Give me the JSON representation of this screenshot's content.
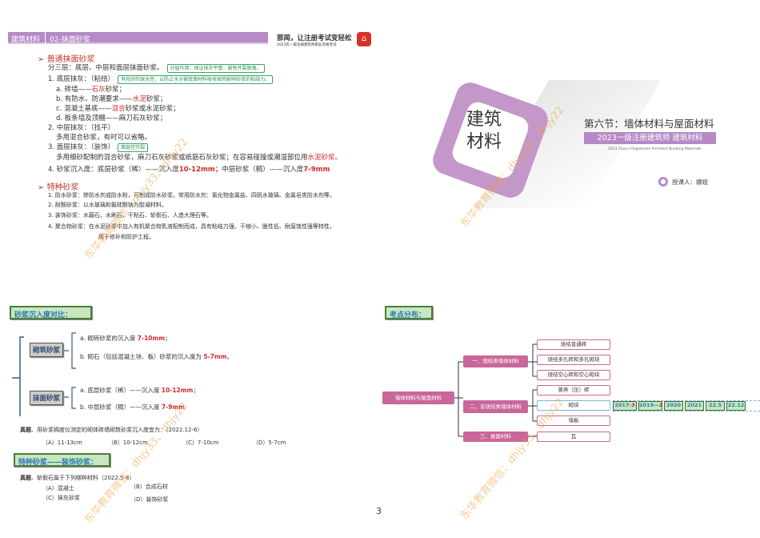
{
  "slide1": {
    "header_category": "建筑材料",
    "header_title": "02-抹面砂浆",
    "logo_slogan": "那闻，让注册考试变轻松",
    "logo_sub": "2023年一级注册建筑师职业资格考试",
    "sec1": "普通抹面砂浆",
    "l_three": "分三层：底层、中层和面层抹面砂浆。",
    "n_three": "分层作用：保证抹灰平整，避免开裂脱落。",
    "l1": "1. 底层抹灰：（粘结）",
    "n1": "有较好的保水性，以防止水分被底面材料吸收掉而影响砂浆的粘结力。",
    "la_pre": "a. 砖墙——",
    "la_red": "石灰",
    "la_post": "砂浆；",
    "lb_pre": "b. 有防水、防潮要求——",
    "lb_red": "水泥",
    "lb_post": "砂浆；",
    "lc_pre": "c. 混凝土基底——",
    "lc_red": "混合",
    "lc_post": "砂浆或水泥砂浆；",
    "ld": "d. 板条墙及顶棚——麻刀石灰砂浆；",
    "l2": "2. 中层抹灰：（找平）",
    "l2b": "多用混合砂浆，有时可以省略。",
    "l3": "3. 面层抹灰：（装饰）",
    "n3": "面层控开裂",
    "l3b_pre": "多用细砂配制的混合砂浆，麻刀石灰砂浆或纸筋石灰砂浆；在容易碰撞或潮湿部位用",
    "l3b_red": "水泥砂浆。",
    "l4_pre": "4. 砂浆沉入度：底层砂浆（稀）——沉入度",
    "l4_r1": "10-12mm",
    "l4_mid": "；中层砂浆（稠）——沉入度",
    "l4_r2": "7-9mm",
    "sec2": "特种砂浆",
    "s1": "1. 防水砂浆：掺防水剂或防水粉，可制成防水砂浆。常用防水剂：氯化物金属盐、四矾水玻璃、金属皂类防水剂等。",
    "s2": "2. 耐酸砂浆：以水玻璃和氟硅酸钠为胶凝材料。",
    "s3": "3. 装饰砂浆：水磨石、水刷石、干粘石、斩假石、人造大理石等。",
    "s4": "4. 聚合物砂浆：在水泥砂浆中加入有机聚合物乳液配制而成，具有粘结力强、干缩小、脆性低、耐腐蚀性强等特性，",
    "s4b": "用于修补和防护工程。"
  },
  "slide2": {
    "logo_line1": "建筑",
    "logo_line2": "材料",
    "title": "第六节：墙体材料与屋面材料",
    "band": "2023一级注册建筑师  建筑材料",
    "english": "2023 Class-I Registered Architect Building Materials",
    "lecturer": "授课人：娜姐"
  },
  "slide3": {
    "box_title": "砂浆沉入度对比：",
    "g1": "砌筑砂浆",
    "g1a_pre": "a.  砌砖砂浆的沉入度 ",
    "g1a_red": "7-10mm",
    "g1a_post": "；",
    "g1b_pre": "b.  砌石（包括混凝土块、板）砂浆的沉入度为 ",
    "g1b_red": "5-7mm",
    "g1b_post": "。",
    "g2": "抹面砂浆",
    "g2a_pre": "a.  底层砂浆（稀）——沉入度 ",
    "g2a_red": "10-12mm",
    "g2a_post": "；",
    "g2b_pre": "b.  中层砂浆（稠）——沉入度 ",
    "g2b_red": "7-9mm",
    "q1_label": "真题",
    "q1": "、用砂浆稠度仪测定的砌体砖墙砌筑砂浆沉入度宜为：（2022.12-6）",
    "q1_opts": [
      "（A）11-13cm",
      "（B）10-12cm",
      "（C）7-10cm",
      "（D）5-7cm"
    ],
    "box2_title": "特种砂浆——装饰砂浆：",
    "q2_label": "真题",
    "q2": "、斩假石属于下列哪种材料（2022.5-8）",
    "q2_opts": [
      "（A）混凝土",
      "（B）合成石材",
      "（C）抹灰砂浆",
      "（D）装饰砂浆"
    ]
  },
  "slide4": {
    "box_title": "考点分布：",
    "root": "墙体材料与屋面材料",
    "branches": [
      "一、烧结类墙体材料",
      "二、非烧结类墙体材料",
      "三、屋面材料"
    ],
    "leaves": [
      "烧结普通砖",
      "烧结多孔砖和多孔砌块",
      "烧结空心砖和空心砌块",
      "蒸养（压）砖",
      "砌块",
      "墙板",
      "瓦"
    ],
    "years": [
      {
        "y": "2017-",
        "n": "3"
      },
      {
        "y": "2019—",
        "n": "2"
      },
      {
        "y": "2020",
        "n": ""
      },
      {
        "y": "2021",
        "n": ""
      },
      {
        "y": "22.5",
        "n": ""
      },
      {
        "y": "22.12",
        "n": ""
      }
    ]
  },
  "page_number": "3",
  "watermark": "东华教育微信：dhjy33、dhjy22",
  "colors": {
    "purple": "#b58ac6",
    "pink": "#c9679a",
    "red": "#d42a2a",
    "green_box": "#c8e6c0"
  }
}
